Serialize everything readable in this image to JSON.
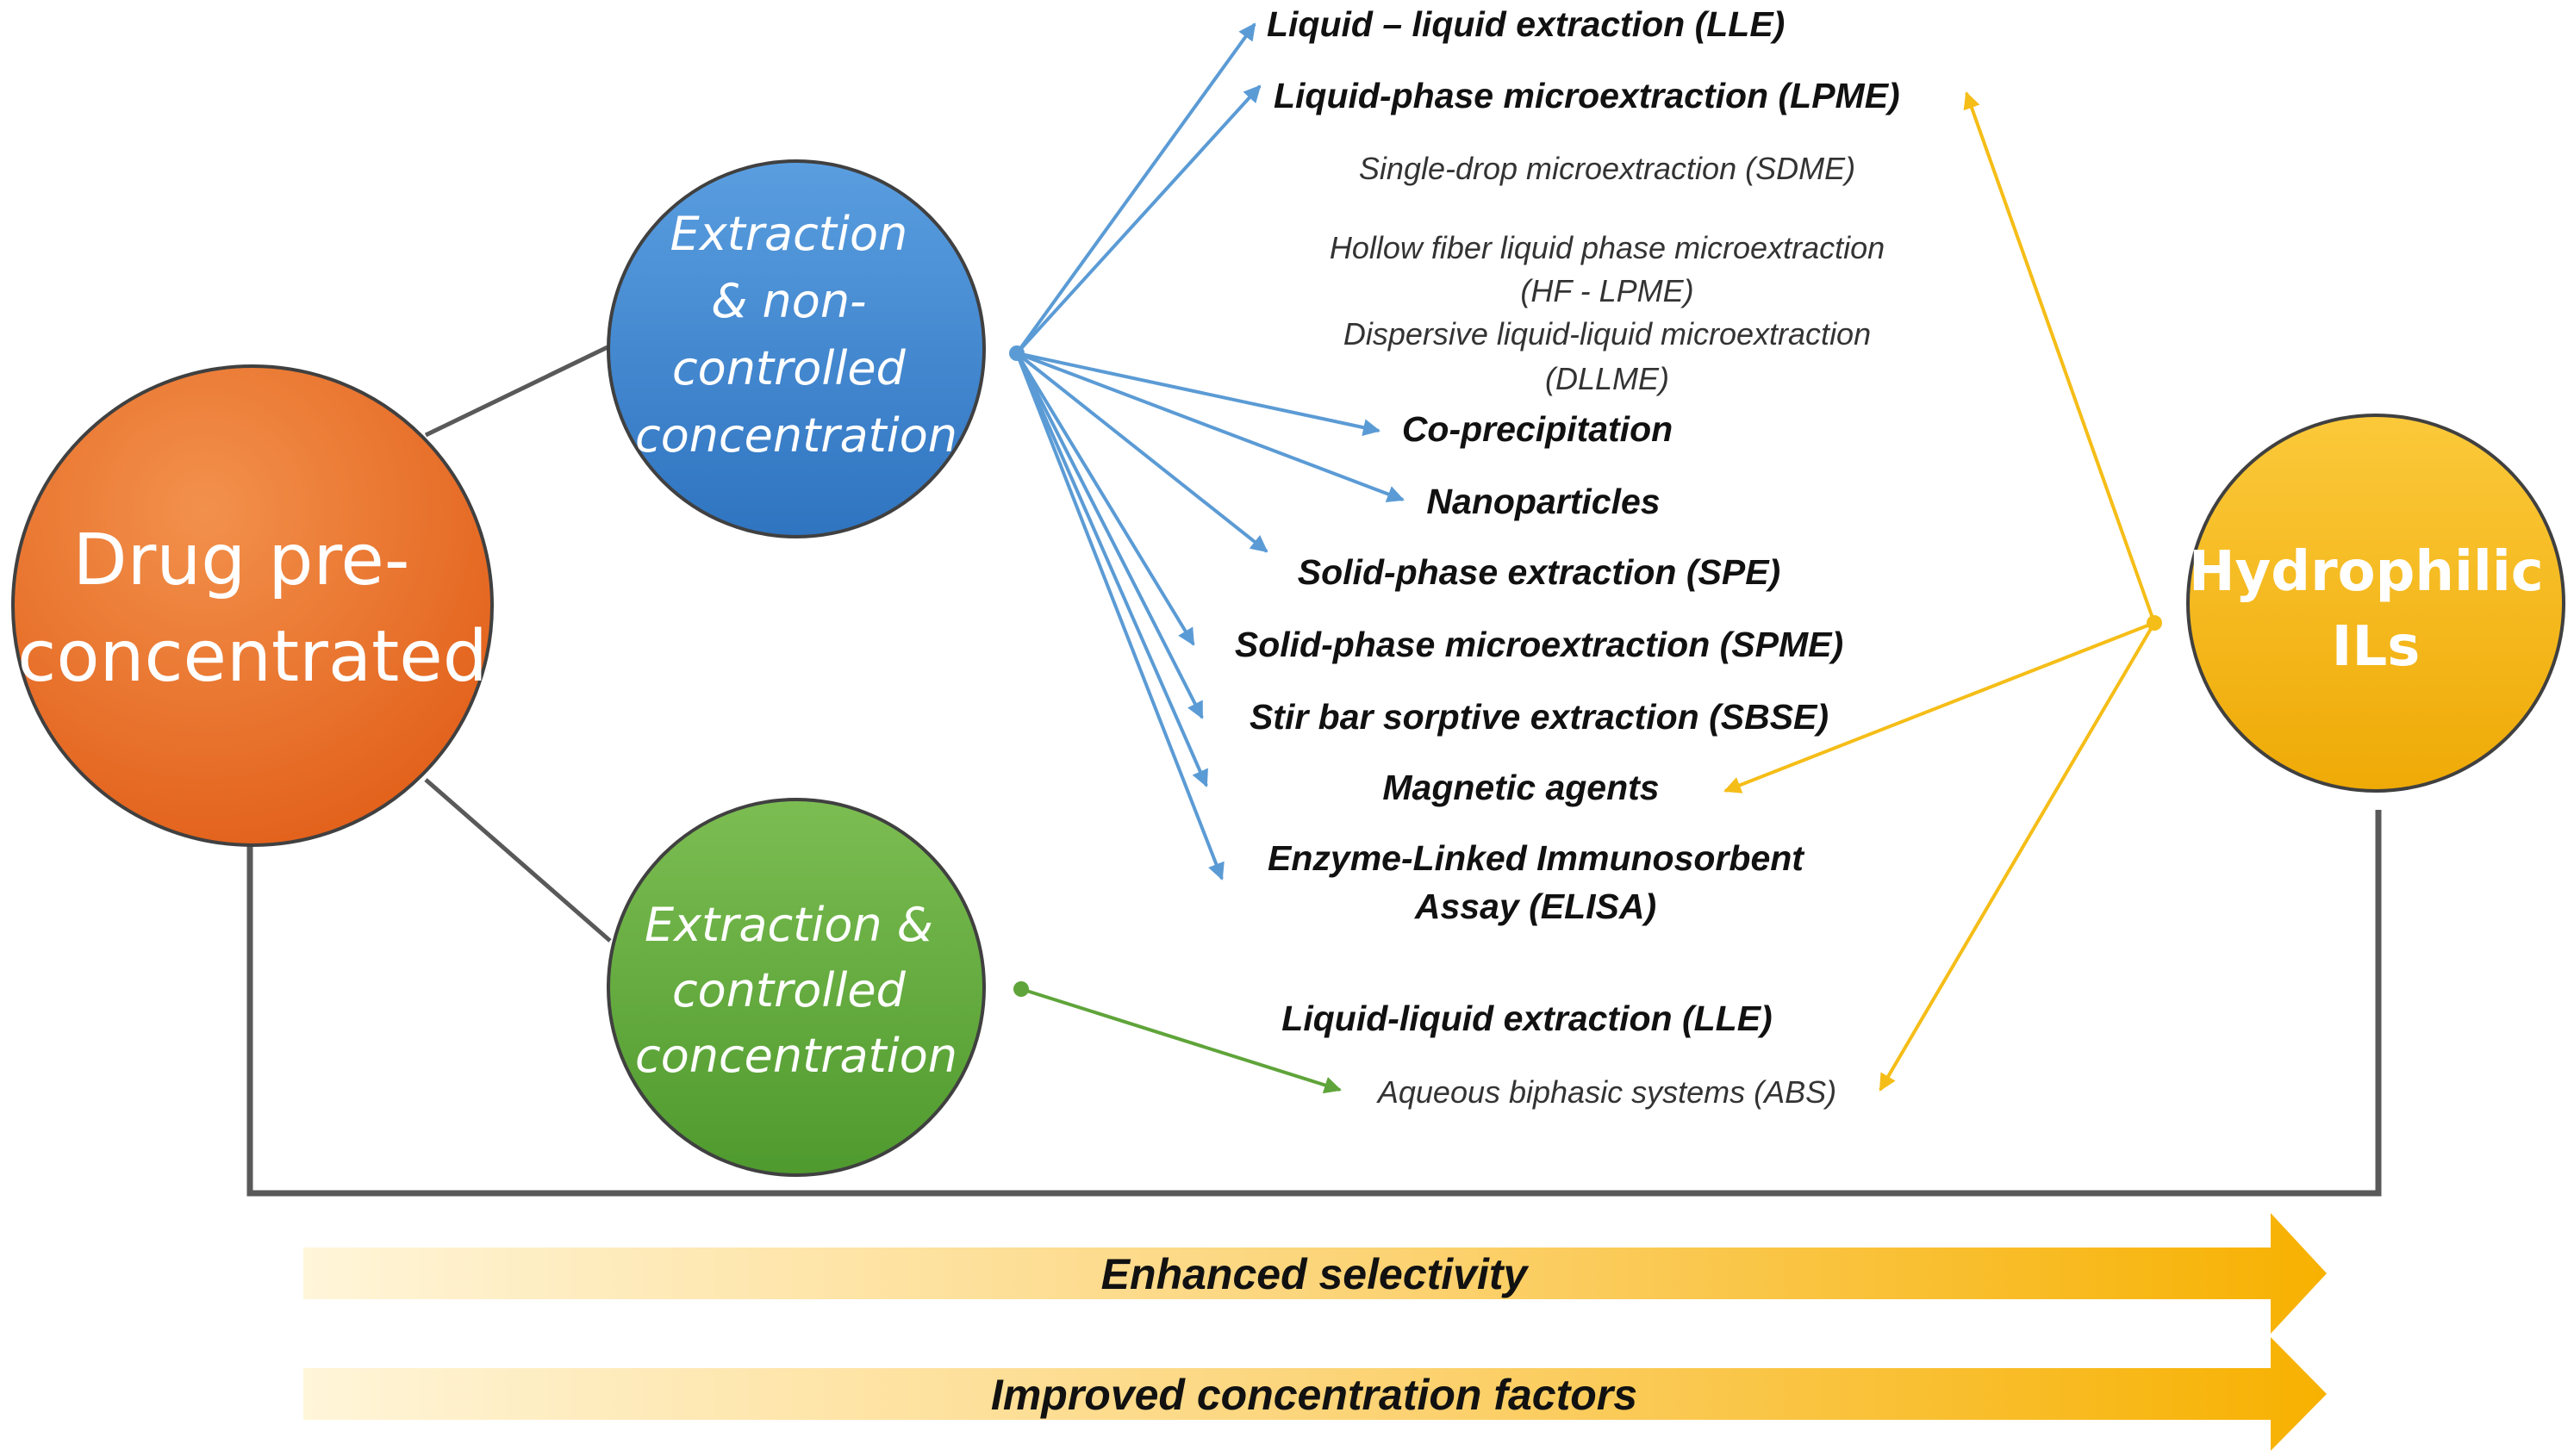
{
  "nodes": {
    "drug": {
      "lines": [
        "Drug pre-",
        "concentrated"
      ]
    },
    "non_controlled": {
      "lines": [
        "Extraction",
        "& non-",
        "controlled",
        "concentration"
      ]
    },
    "controlled": {
      "lines": [
        "Extraction &",
        "controlled",
        "concentration"
      ]
    },
    "ils": {
      "lines": [
        "Hydrophilic",
        "ILs"
      ]
    }
  },
  "techniques": {
    "lle": "Liquid – liquid extraction (LLE)",
    "lpme": "Liquid-phase microextraction (LPME)",
    "sdme": "Single-drop microextraction (SDME)",
    "hf1": "Hollow fiber liquid phase microextraction",
    "hf2": "(HF - LPME)",
    "dllme1": "Dispersive liquid-liquid microextraction",
    "dllme2": "(DLLME)",
    "coprec": "Co-precipitation",
    "nano": "Nanoparticles",
    "spe": "Solid-phase extraction (SPE)",
    "spme": "Solid-phase microextraction (SPME)",
    "sbse": "Stir bar sorptive extraction (SBSE)",
    "magnetic": "Magnetic agents",
    "elisa1": "Enzyme-Linked Immunosorbent",
    "elisa2": "Assay (ELISA)",
    "lle2": "Liquid-liquid extraction (LLE)",
    "abs": "Aqueous biphasic systems (ABS)"
  },
  "banners": {
    "selectivity": "Enhanced selectivity",
    "factors": "Improved concentration factors"
  },
  "colors": {
    "orange": "#ec6a1e",
    "blue": "#3f82cc",
    "green": "#5fa43a",
    "gold": "#f5b40a",
    "arrow_blue": "#5b9bd5",
    "arrow_gold": "#f5bd17",
    "arrow_green": "#5fa43a",
    "connector": "#595959"
  }
}
